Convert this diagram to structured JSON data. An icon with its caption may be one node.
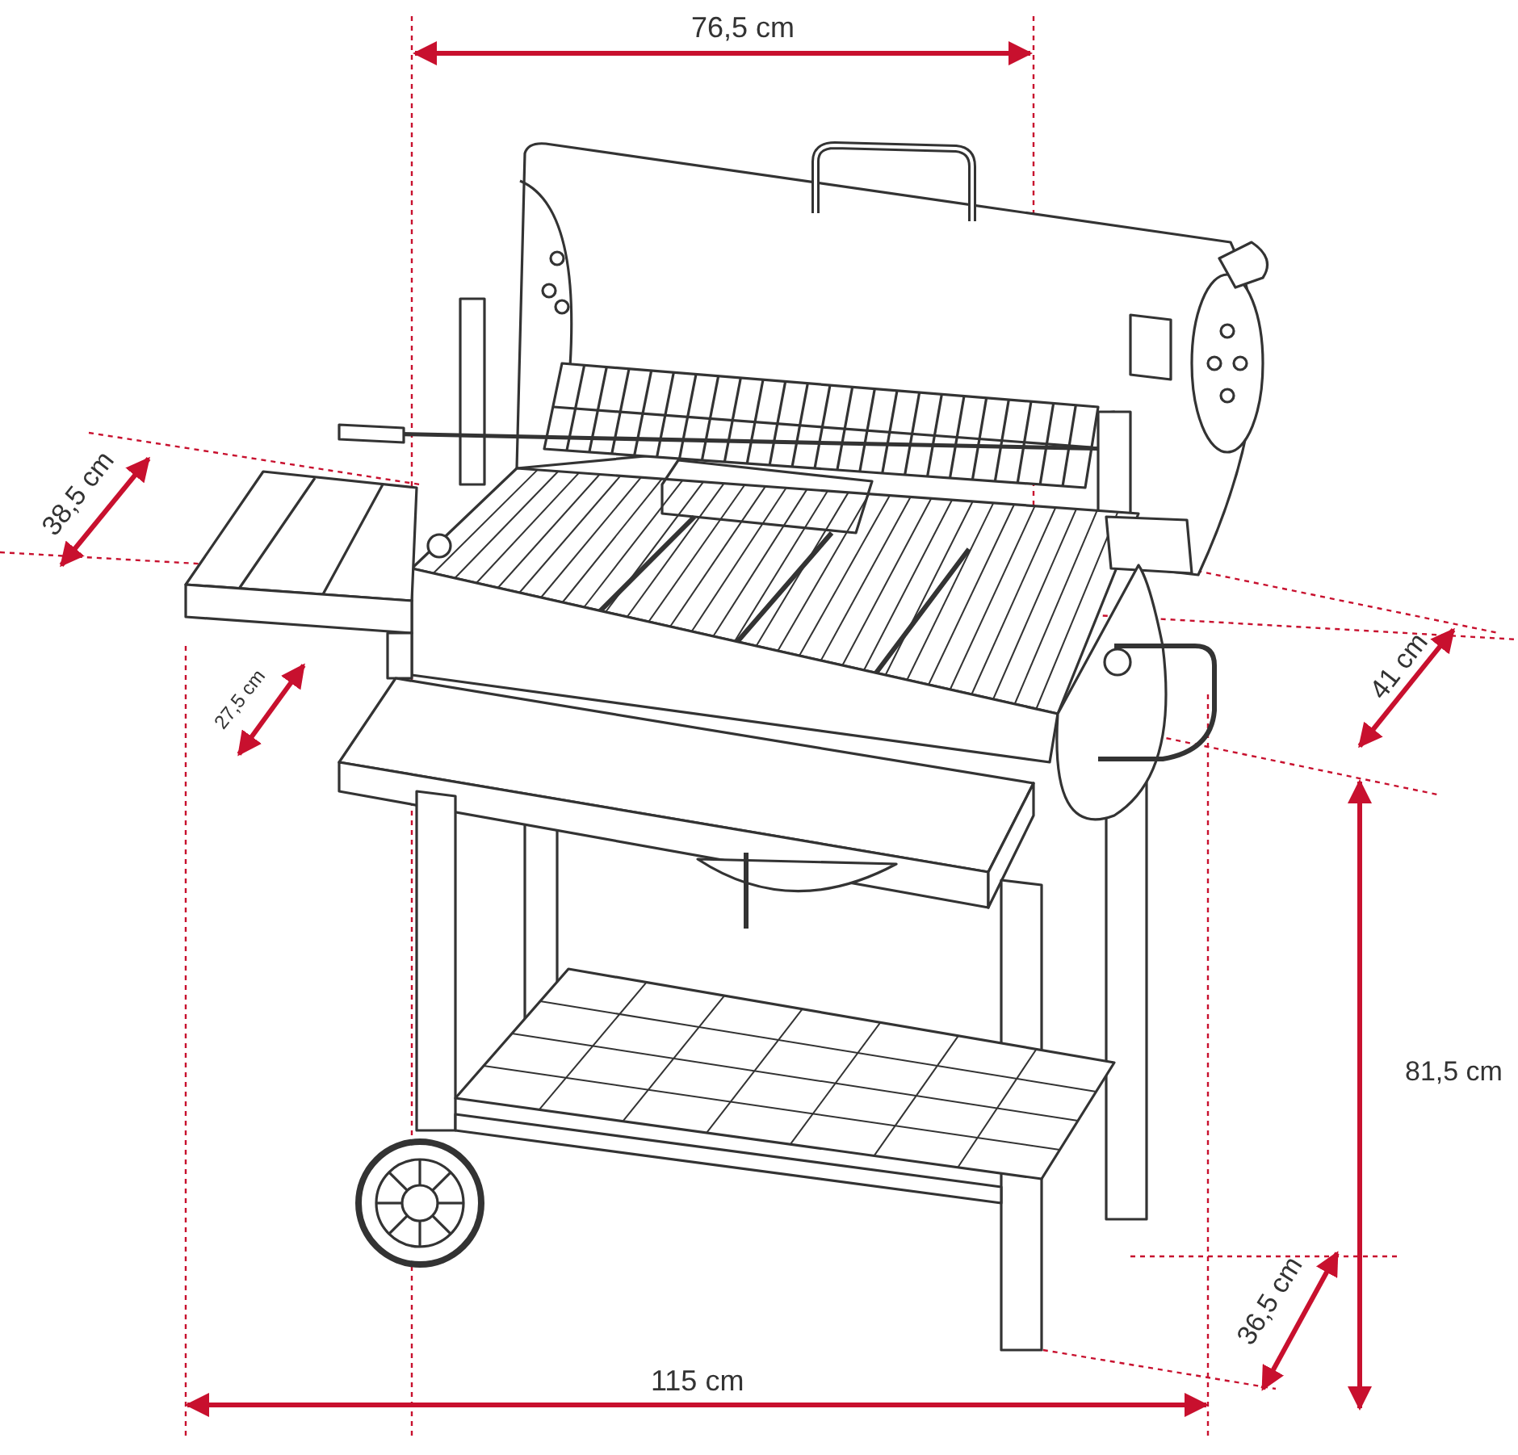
{
  "diagram": {
    "labels": [
      "76,5 cm",
      "38,5 cm",
      "41 cm",
      "27,5 cm",
      "81,5 cm",
      "36,5 cm",
      "115 cm"
    ]
  }
}
